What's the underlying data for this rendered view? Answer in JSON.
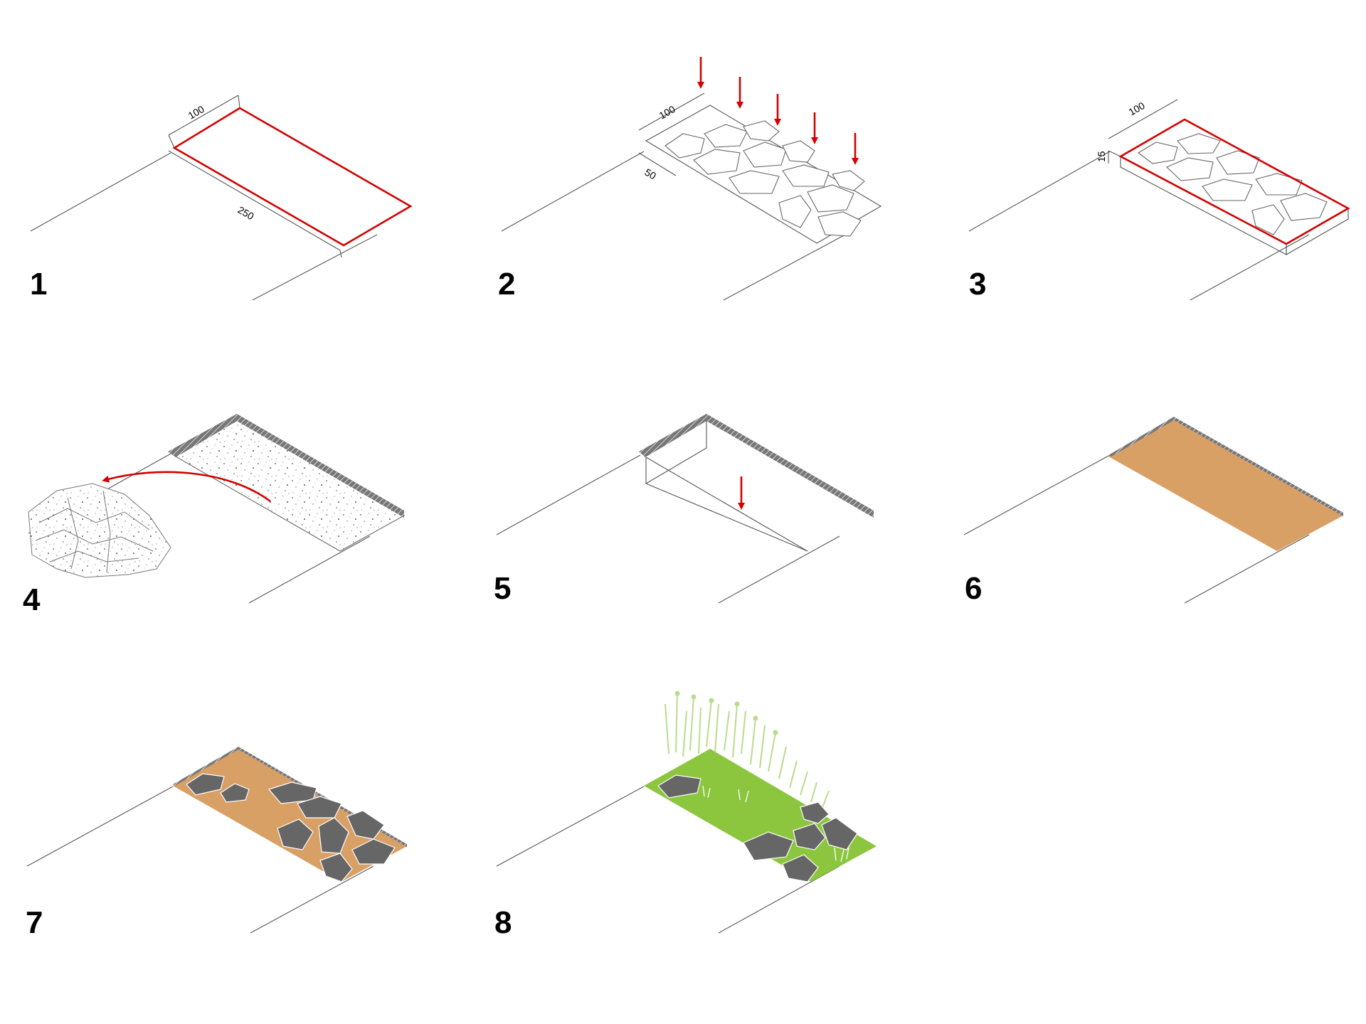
{
  "steps": [
    {
      "label": "1",
      "dims": [
        "100",
        "250"
      ]
    },
    {
      "label": "2",
      "dims": [
        "100",
        "50"
      ]
    },
    {
      "label": "3",
      "dims": [
        "100",
        "15"
      ]
    },
    {
      "label": "4"
    },
    {
      "label": "5"
    },
    {
      "label": "6"
    },
    {
      "label": "7"
    },
    {
      "label": "8"
    }
  ],
  "colors": {
    "accent_red": "#d40000",
    "soil": "#d9a066",
    "stone": "#666666",
    "grass": "#8cc63f",
    "grass_light": "#b9dc8a",
    "hatch": "#555555"
  }
}
